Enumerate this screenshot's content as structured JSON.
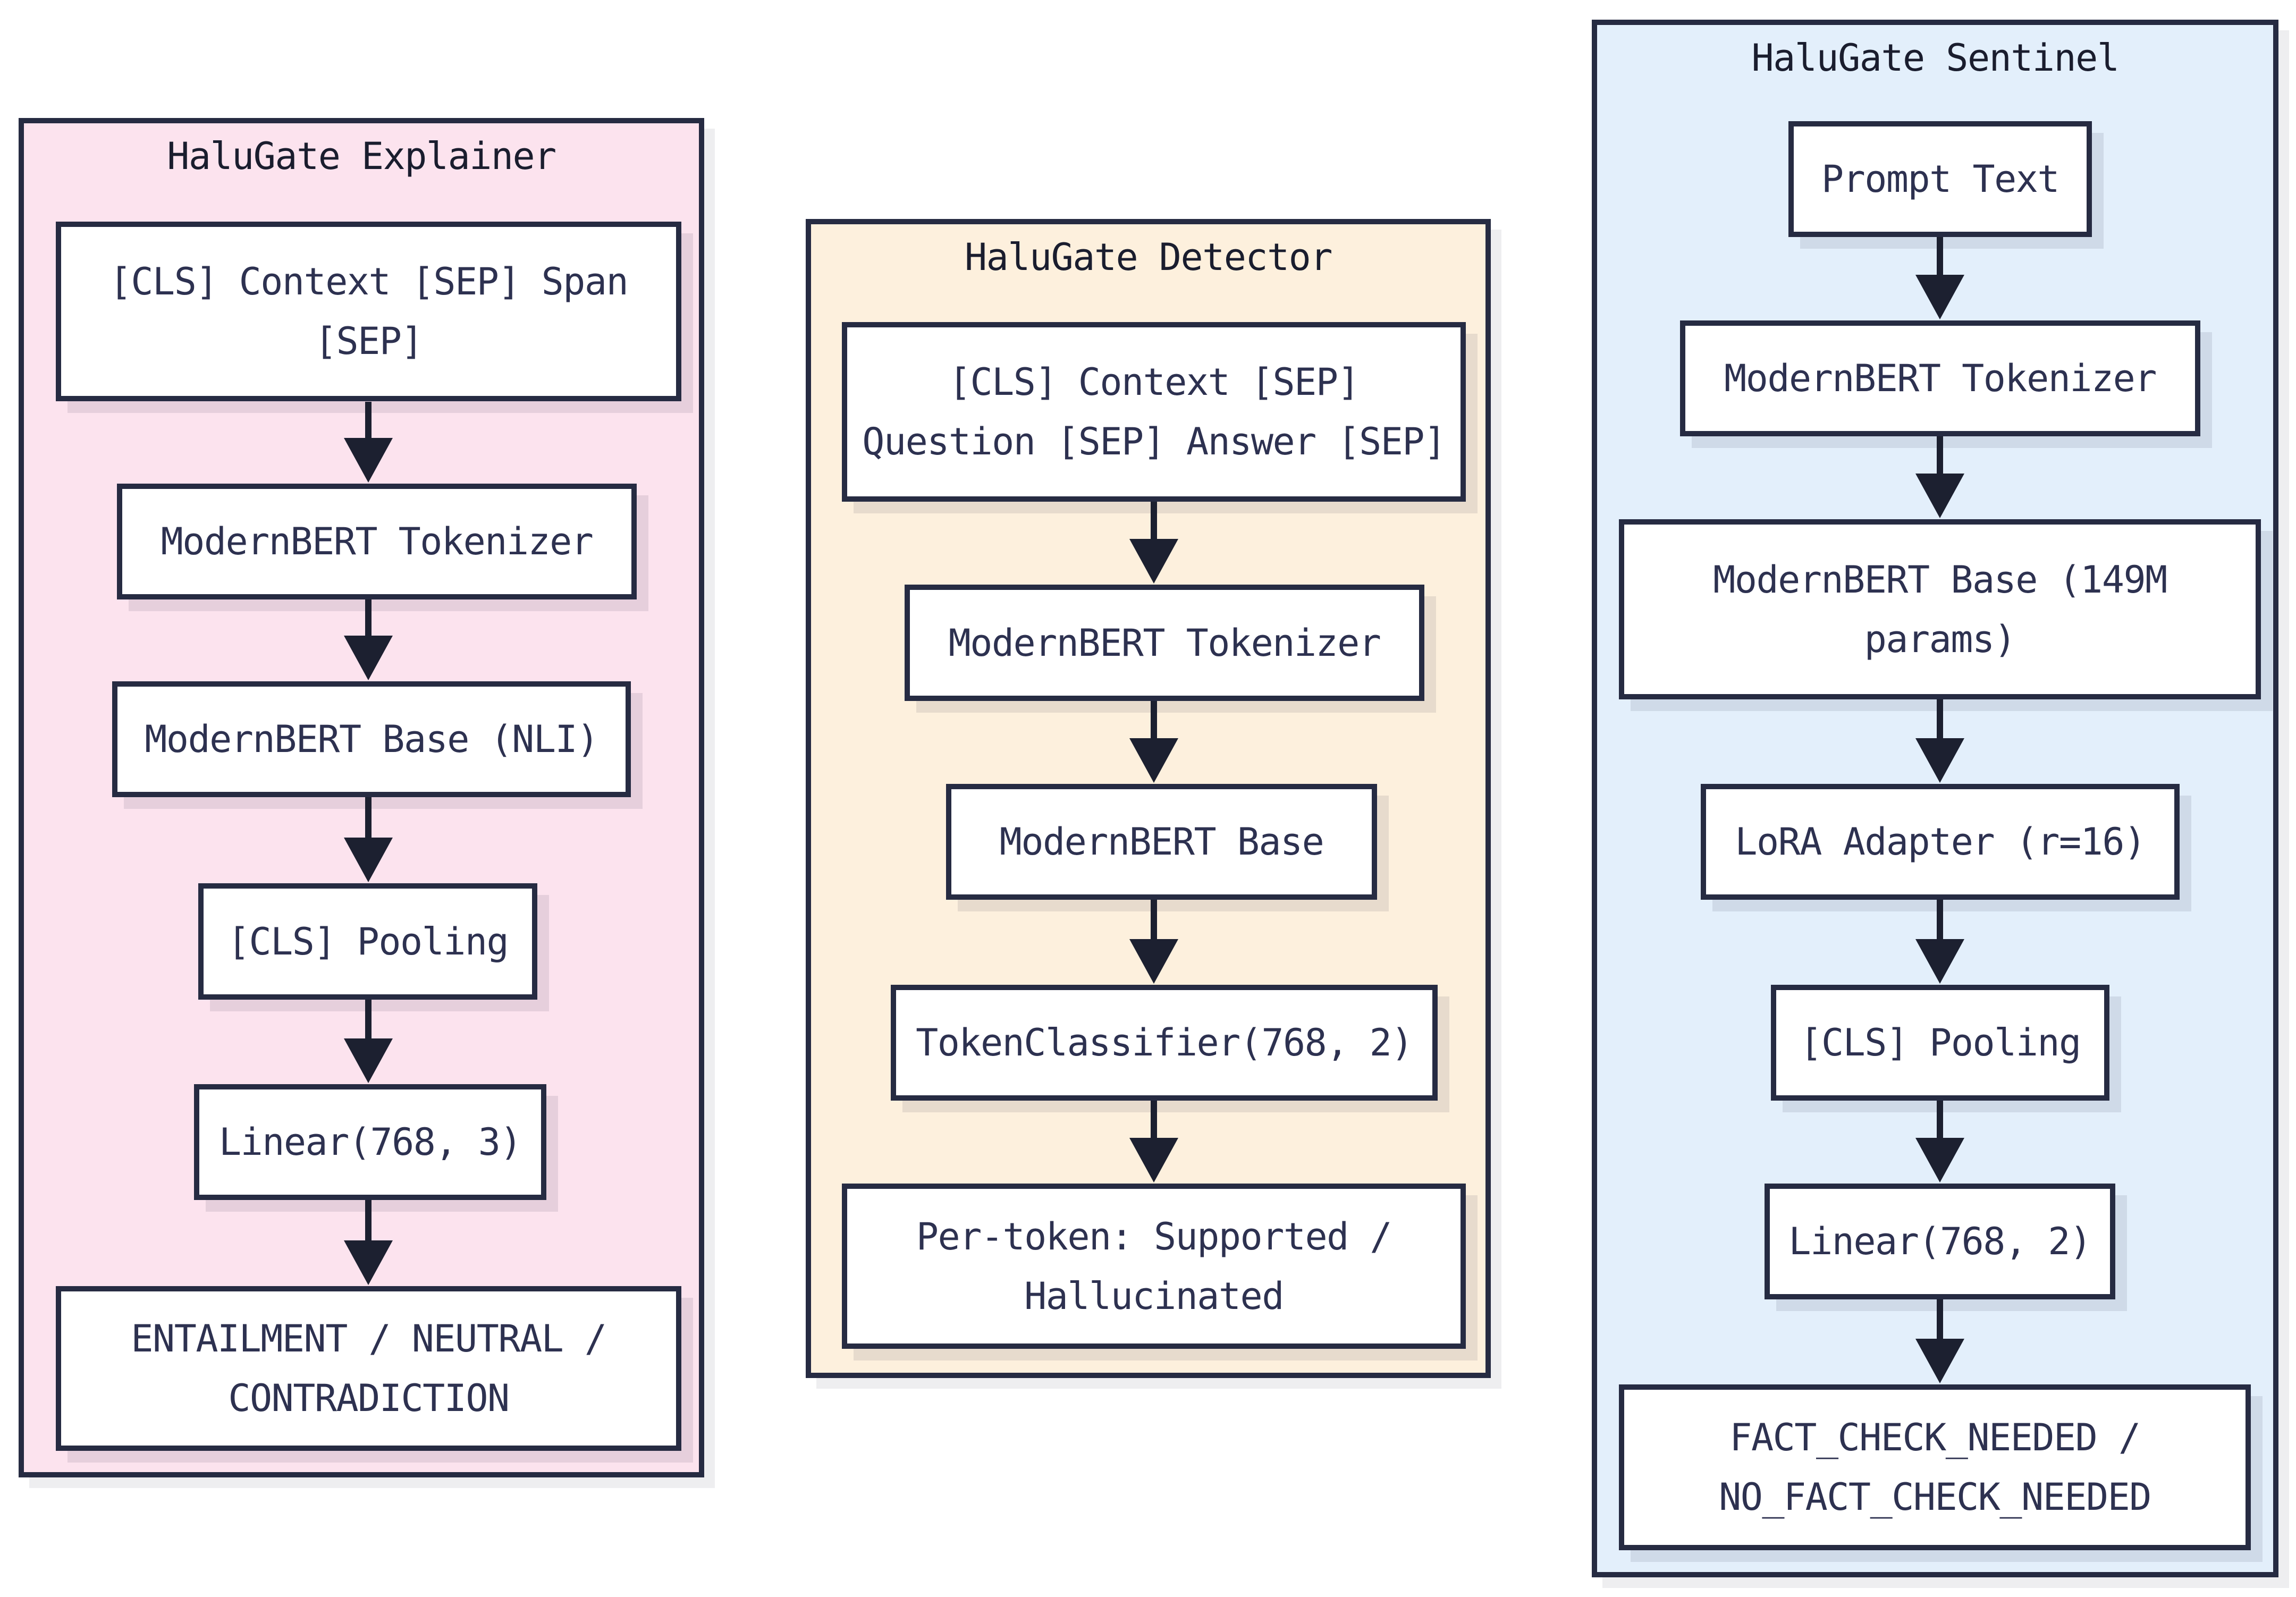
{
  "colors": {
    "background": "#ffffff",
    "border": "#262b42",
    "arrow": "#1c2030",
    "panel_pink": "#fce3ee",
    "panel_cream": "#fdf0dd",
    "panel_blue": "#e3effb",
    "node_fill": "#ffffff",
    "node_text": "#2d3150",
    "title_text": "#1a1d2e"
  },
  "panels": [
    {
      "id": "explainer",
      "title": "HaluGate Explainer",
      "boxes": [
        {
          "lines": [
            "[CLS] Context [SEP] Span",
            "[SEP]"
          ]
        },
        {
          "lines": [
            "ModernBERT Tokenizer"
          ]
        },
        {
          "lines": [
            "ModernBERT Base (NLI)"
          ]
        },
        {
          "lines": [
            "[CLS] Pooling"
          ]
        },
        {
          "lines": [
            "Linear(768, 3)"
          ]
        },
        {
          "lines": [
            "ENTAILMENT / NEUTRAL /",
            "CONTRADICTION"
          ]
        }
      ]
    },
    {
      "id": "detector",
      "title": "HaluGate Detector",
      "boxes": [
        {
          "lines": [
            "[CLS] Context [SEP]",
            "Question [SEP] Answer [SEP]"
          ]
        },
        {
          "lines": [
            "ModernBERT Tokenizer"
          ]
        },
        {
          "lines": [
            "ModernBERT Base"
          ]
        },
        {
          "lines": [
            "TokenClassifier(768, 2)"
          ]
        },
        {
          "lines": [
            "Per-token: Supported /",
            "Hallucinated"
          ]
        }
      ]
    },
    {
      "id": "sentinel",
      "title": "HaluGate Sentinel",
      "boxes": [
        {
          "lines": [
            "Prompt Text"
          ]
        },
        {
          "lines": [
            "ModernBERT Tokenizer"
          ]
        },
        {
          "lines": [
            "ModernBERT Base (149M",
            "params)"
          ]
        },
        {
          "lines": [
            "LoRA Adapter (r=16)"
          ]
        },
        {
          "lines": [
            "[CLS] Pooling"
          ]
        },
        {
          "lines": [
            "Linear(768, 2)"
          ]
        },
        {
          "lines": [
            "FACT_CHECK_NEEDED /",
            "NO_FACT_CHECK_NEEDED"
          ]
        }
      ]
    }
  ]
}
